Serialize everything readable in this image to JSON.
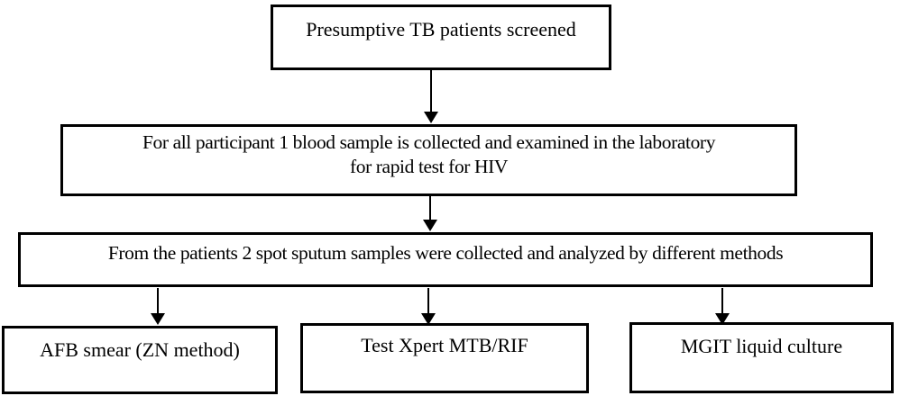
{
  "flowchart": {
    "colors": {
      "background": "#ffffff",
      "line": "#000000",
      "text": "#000000"
    },
    "nodes": {
      "screened": {
        "text": "Presumptive TB patients screened"
      },
      "blood_sample": {
        "lines": [
          "For all participant 1 blood sample is collected and examined in the laboratory",
          "for rapid test for HIV"
        ]
      },
      "sputum": {
        "text": "From the patients 2 spot sputum samples were collected and analyzed by different methods"
      },
      "afb_smear": {
        "text": "AFB smear (ZN method)"
      },
      "xpert": {
        "text": "Test Xpert MTB/RIF"
      },
      "mgit": {
        "text": "MGIT liquid culture"
      }
    },
    "edges": [
      {
        "from": "screened",
        "to": "blood_sample"
      },
      {
        "from": "blood_sample",
        "to": "sputum"
      },
      {
        "from": "sputum",
        "to": "afb_smear"
      },
      {
        "from": "sputum",
        "to": "xpert"
      },
      {
        "from": "sputum",
        "to": "mgit"
      }
    ]
  }
}
